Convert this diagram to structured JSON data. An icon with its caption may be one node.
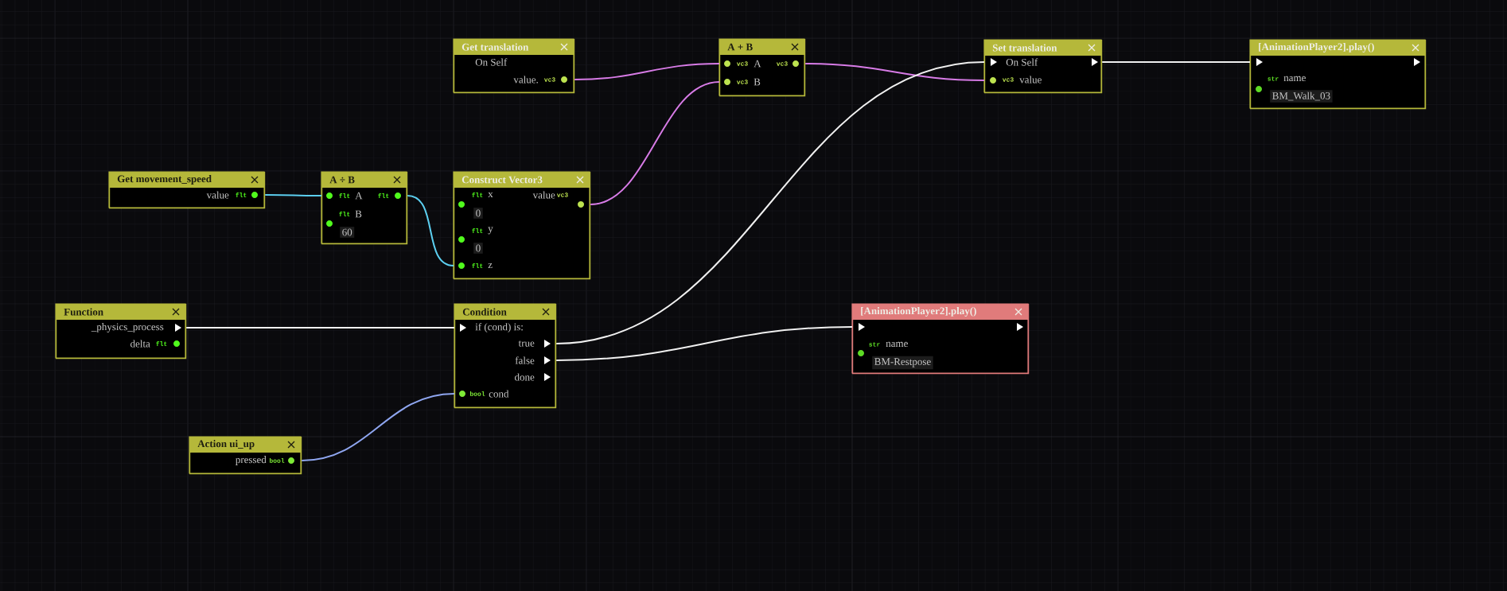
{
  "diagram": {
    "nodes": [
      {
        "text": [
          "Get translation",
          "On Self",
          "value.",
          "vc3"
        ]
      },
      {
        "text": [
          "A + B",
          "vc3",
          "A",
          "vc3",
          "vc3",
          "B"
        ]
      },
      {
        "text": [
          "Set translation",
          "On Self",
          "vc3",
          "value"
        ]
      },
      {
        "text": [
          "[AnimationPlayer2].play()",
          "str",
          "name",
          "BM_Walk_03"
        ]
      },
      {
        "text": [
          "Get movement_speed",
          "value",
          "flt"
        ]
      },
      {
        "text": [
          "A ÷ B",
          "flt",
          "A",
          "flt",
          "flt",
          "B",
          "60"
        ]
      },
      {
        "text": [
          "Construct Vector3",
          "flt",
          "x",
          "value",
          "vc3",
          "0",
          "flt",
          "y",
          "0",
          "flt",
          "z"
        ]
      },
      {
        "text": [
          "Function",
          "_physics_process",
          "delta",
          "flt"
        ]
      },
      {
        "text": [
          "Condition",
          "if (cond) is:",
          "true",
          "false",
          "done",
          "bool",
          "cond"
        ]
      },
      {
        "text": [
          "[AnimationPlayer2].play()",
          "str",
          "name",
          "BM-Restpose"
        ]
      },
      {
        "text": [
          "Action ui_up",
          "pressed",
          "bool"
        ]
      }
    ],
    "edges": [
      {
        "from": 0,
        "to": 1,
        "arrow": "none",
        "color": "#d77be6"
      },
      {
        "from": 6,
        "to": 1,
        "arrow": "none",
        "color": "#d77be6"
      },
      {
        "from": 1,
        "to": 2,
        "arrow": "none",
        "color": "#d77be6"
      },
      {
        "from": 8,
        "to": 2,
        "arrow": "none"
      },
      {
        "from": 2,
        "to": 3,
        "arrow": "none"
      },
      {
        "from": 4,
        "to": 5,
        "arrow": "none",
        "color": "#5ccff0"
      },
      {
        "from": 5,
        "to": 6,
        "arrow": "none",
        "color": "#5ccff0"
      },
      {
        "from": 7,
        "to": 8,
        "arrow": "none"
      },
      {
        "from": 8,
        "to": 9,
        "arrow": "none"
      },
      {
        "from": 10,
        "to": 8,
        "arrow": "none",
        "color": "#8fa6f0"
      }
    ]
  }
}
